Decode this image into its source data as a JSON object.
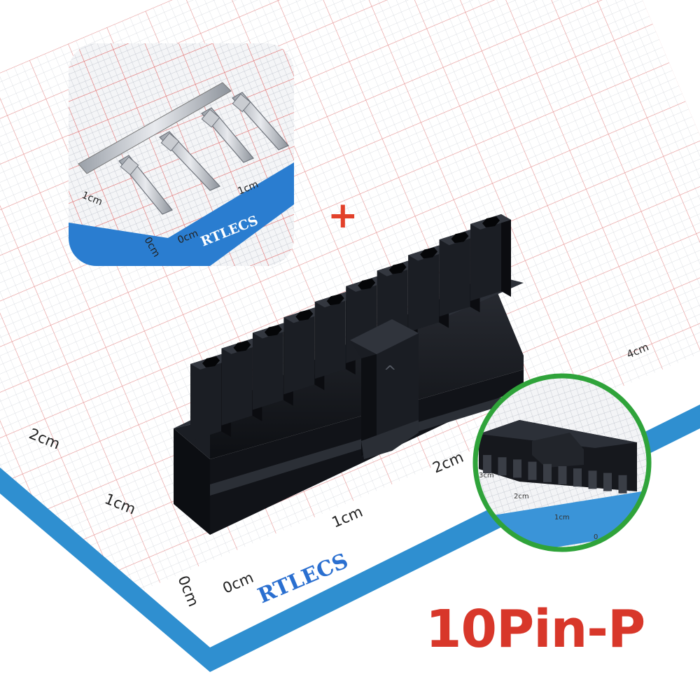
{
  "title": "10Pin-P",
  "brand": "RTLECS",
  "plus_symbol": "+",
  "ruler_main": {
    "labels": [
      "0cm",
      "0cm",
      "1cm",
      "1cm",
      "2cm",
      "2cm",
      "4cm"
    ]
  },
  "inset_terminals": {
    "labels": [
      "1cm",
      "0cm",
      "0cm",
      "1cm"
    ],
    "brand": "RTLECS"
  },
  "inset_connector": {
    "labels": [
      "3cm",
      "2cm",
      "1cm",
      "0"
    ]
  },
  "connector": {
    "pin_count": 10,
    "latch_mark": "^"
  },
  "colors": {
    "title": "#d8372a",
    "border_blue": "#2f8fd0",
    "grid_red": "#e06a6a",
    "connector": "#15171c",
    "circle": "#2fa33a",
    "brand": "#2a6fd0",
    "plus": "#e2412a"
  }
}
